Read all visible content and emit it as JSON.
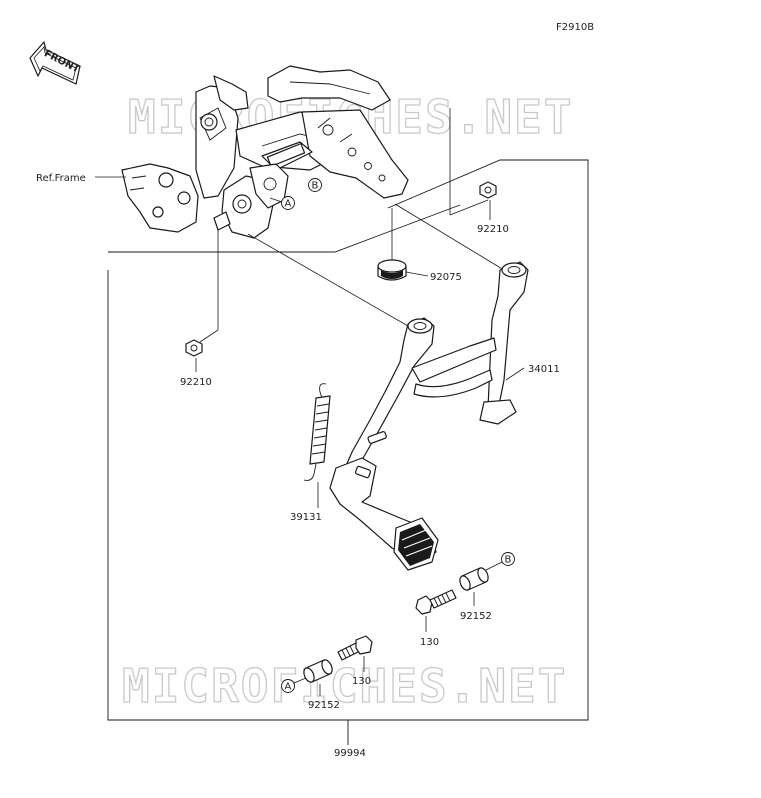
{
  "diagram_code": "F2910B",
  "front_marker": "FRONT",
  "reference": "Ref.Frame",
  "watermark": "MICROFICHES.NET",
  "callouts": {
    "a": "A",
    "b": "B"
  },
  "parts": {
    "nut_right": "92210",
    "nut_left": "92210",
    "rubber_stopper": "92075",
    "center_stand": "34011",
    "spring": "39131",
    "collar_b": "92152",
    "bolt_b": "130",
    "bolt_a": "130",
    "collar_a": "92152",
    "kit": "99994"
  },
  "colors": {
    "line": "#1a1a1a",
    "watermark": "#c9c9c9",
    "background": "#ffffff"
  }
}
